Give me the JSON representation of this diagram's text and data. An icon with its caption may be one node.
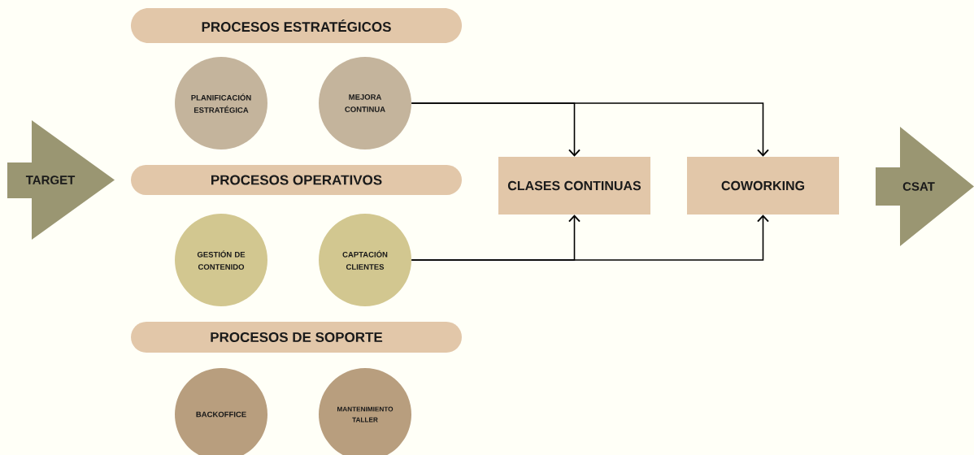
{
  "diagram": {
    "nodes": [
      {
        "text": [
          "TARGET"
        ]
      },
      {
        "text": [
          "PROCESOS ESTRATÉGICOS"
        ]
      },
      {
        "text": [
          "PLANIFICACIÓN ESTRATÉGICA"
        ]
      },
      {
        "text": [
          "MEJORA CONTINUA"
        ]
      },
      {
        "text": [
          "PROCESOS OPERATIVOS"
        ]
      },
      {
        "text": [
          "GESTIÓN DE CONTENIDO"
        ]
      },
      {
        "text": [
          "CAPTACIÓN CLIENTES"
        ]
      },
      {
        "text": [
          "PROCESOS DE SOPORTE"
        ]
      },
      {
        "text": [
          "BACKOFFICE"
        ]
      },
      {
        "text": [
          "MANTENIMIENTO TALLER"
        ]
      },
      {
        "text": [
          "CLASES CONTINUAS"
        ]
      },
      {
        "text": [
          "COWORKING"
        ]
      },
      {
        "text": [
          "CSAT"
        ]
      }
    ],
    "edges": [
      {
        "from": 3,
        "to": 10,
        "arrow": "to"
      },
      {
        "from": 3,
        "to": 11,
        "arrow": "to"
      },
      {
        "from": 6,
        "to": 10,
        "arrow": "to"
      },
      {
        "from": 6,
        "to": 11,
        "arrow": "to"
      }
    ]
  }
}
